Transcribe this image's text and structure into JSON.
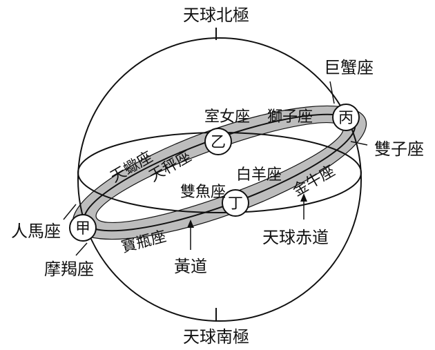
{
  "poles": {
    "north": "天球北極",
    "south": "天球南極"
  },
  "markers": {
    "jia": "甲",
    "yi": "乙",
    "bing": "丙",
    "ding": "丁"
  },
  "constellations": {
    "pegasus": "室女座",
    "leo": "獅子座",
    "cancer": "巨蟹座",
    "gemini": "雙子座",
    "scorpio": "天蠍座",
    "libra": "天秤座",
    "aries": "白羊座",
    "taurus": "金牛座",
    "pisces": "雙魚座",
    "sagittarius": "人馬座",
    "capricorn": "摩羯座",
    "aquarius": "寶瓶座"
  },
  "pointers": {
    "ecliptic": "黃道",
    "celestial_equator": "天球赤道"
  },
  "colors": {
    "band_fill": "#bdbdbd",
    "outline": "#111111",
    "background": "#ffffff"
  }
}
